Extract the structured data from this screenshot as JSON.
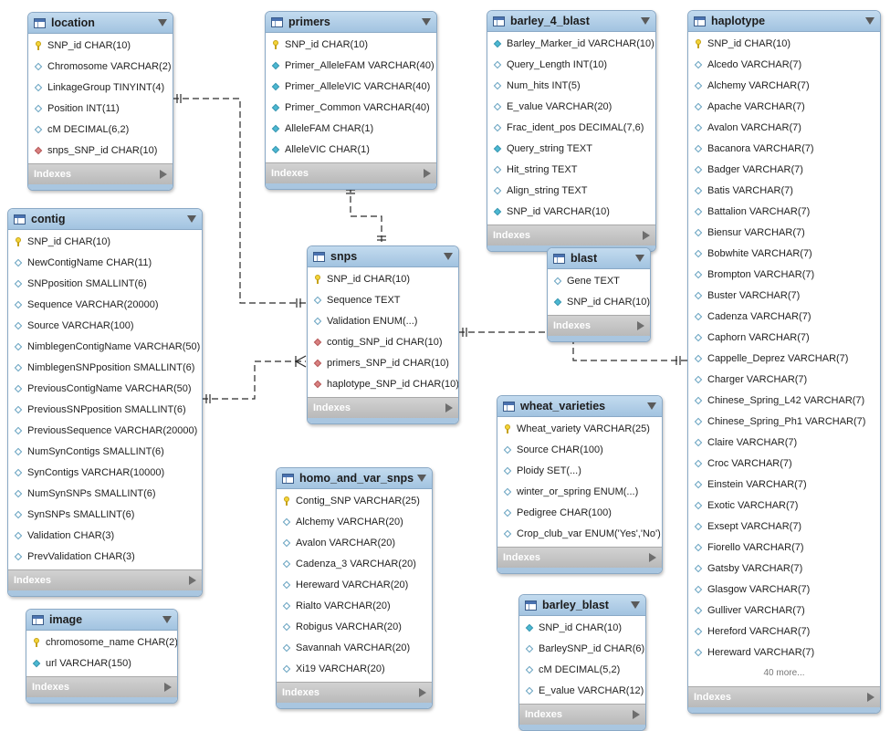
{
  "indexes_label": "Indexes",
  "tables": [
    {
      "id": "location",
      "name": "location",
      "columns": [
        {
          "icon": "primary-key",
          "text": "SNP_id CHAR(10)"
        },
        {
          "icon": "attribute",
          "text": "Chromosome VARCHAR(2)"
        },
        {
          "icon": "attribute",
          "text": "LinkageGroup TINYINT(4)"
        },
        {
          "icon": "attribute",
          "text": "Position INT(11)"
        },
        {
          "icon": "attribute",
          "text": "cM DECIMAL(6,2)"
        },
        {
          "icon": "foreign-key",
          "text": "snps_SNP_id CHAR(10)"
        }
      ]
    },
    {
      "id": "primers",
      "name": "primers",
      "columns": [
        {
          "icon": "primary-key",
          "text": "SNP_id CHAR(10)"
        },
        {
          "icon": "not-null",
          "text": "Primer_AlleleFAM VARCHAR(40)"
        },
        {
          "icon": "not-null",
          "text": "Primer_AlleleVIC VARCHAR(40)"
        },
        {
          "icon": "not-null",
          "text": "Primer_Common VARCHAR(40)"
        },
        {
          "icon": "not-null",
          "text": "AlleleFAM CHAR(1)"
        },
        {
          "icon": "not-null",
          "text": "AlleleVIC CHAR(1)"
        }
      ]
    },
    {
      "id": "barley_4_blast",
      "name": "barley_4_blast",
      "columns": [
        {
          "icon": "not-null",
          "text": "Barley_Marker_id VARCHAR(10)"
        },
        {
          "icon": "attribute",
          "text": "Query_Length INT(10)"
        },
        {
          "icon": "attribute",
          "text": "Num_hits INT(5)"
        },
        {
          "icon": "attribute",
          "text": "E_value VARCHAR(20)"
        },
        {
          "icon": "attribute",
          "text": "Frac_ident_pos DECIMAL(7,6)"
        },
        {
          "icon": "not-null",
          "text": "Query_string TEXT"
        },
        {
          "icon": "attribute",
          "text": "Hit_string TEXT"
        },
        {
          "icon": "attribute",
          "text": "Align_string TEXT"
        },
        {
          "icon": "not-null",
          "text": "SNP_id VARCHAR(10)"
        }
      ]
    },
    {
      "id": "haplotype",
      "name": "haplotype",
      "columns": [
        {
          "icon": "primary-key",
          "text": "SNP_id CHAR(10)"
        },
        {
          "icon": "attribute",
          "text": "Alcedo VARCHAR(7)"
        },
        {
          "icon": "attribute",
          "text": "Alchemy VARCHAR(7)"
        },
        {
          "icon": "attribute",
          "text": "Apache VARCHAR(7)"
        },
        {
          "icon": "attribute",
          "text": "Avalon VARCHAR(7)"
        },
        {
          "icon": "attribute",
          "text": "Bacanora VARCHAR(7)"
        },
        {
          "icon": "attribute",
          "text": "Badger VARCHAR(7)"
        },
        {
          "icon": "attribute",
          "text": "Batis VARCHAR(7)"
        },
        {
          "icon": "attribute",
          "text": "Battalion VARCHAR(7)"
        },
        {
          "icon": "attribute",
          "text": "Biensur VARCHAR(7)"
        },
        {
          "icon": "attribute",
          "text": "Bobwhite VARCHAR(7)"
        },
        {
          "icon": "attribute",
          "text": "Brompton VARCHAR(7)"
        },
        {
          "icon": "attribute",
          "text": "Buster VARCHAR(7)"
        },
        {
          "icon": "attribute",
          "text": "Cadenza VARCHAR(7)"
        },
        {
          "icon": "attribute",
          "text": "Caphorn VARCHAR(7)"
        },
        {
          "icon": "attribute",
          "text": "Cappelle_Deprez VARCHAR(7)"
        },
        {
          "icon": "attribute",
          "text": "Charger VARCHAR(7)"
        },
        {
          "icon": "attribute",
          "text": "Chinese_Spring_L42 VARCHAR(7)"
        },
        {
          "icon": "attribute",
          "text": "Chinese_Spring_Ph1 VARCHAR(7)"
        },
        {
          "icon": "attribute",
          "text": "Claire VARCHAR(7)"
        },
        {
          "icon": "attribute",
          "text": "Croc VARCHAR(7)"
        },
        {
          "icon": "attribute",
          "text": "Einstein VARCHAR(7)"
        },
        {
          "icon": "attribute",
          "text": "Exotic VARCHAR(7)"
        },
        {
          "icon": "attribute",
          "text": "Exsept VARCHAR(7)"
        },
        {
          "icon": "attribute",
          "text": "Fiorello VARCHAR(7)"
        },
        {
          "icon": "attribute",
          "text": "Gatsby VARCHAR(7)"
        },
        {
          "icon": "attribute",
          "text": "Glasgow VARCHAR(7)"
        },
        {
          "icon": "attribute",
          "text": "Gulliver VARCHAR(7)"
        },
        {
          "icon": "attribute",
          "text": "Hereford VARCHAR(7)"
        },
        {
          "icon": "attribute",
          "text": "Hereward VARCHAR(7)"
        },
        {
          "icon": "more",
          "text": "40 more..."
        }
      ]
    },
    {
      "id": "contig",
      "name": "contig",
      "columns": [
        {
          "icon": "primary-key",
          "text": "SNP_id CHAR(10)"
        },
        {
          "icon": "attribute",
          "text": "NewContigName CHAR(11)"
        },
        {
          "icon": "attribute",
          "text": "SNPposition SMALLINT(6)"
        },
        {
          "icon": "attribute",
          "text": "Sequence VARCHAR(20000)"
        },
        {
          "icon": "attribute",
          "text": "Source VARCHAR(100)"
        },
        {
          "icon": "attribute",
          "text": "NimblegenContigName VARCHAR(50)"
        },
        {
          "icon": "attribute",
          "text": "NimblegenSNPposition SMALLINT(6)"
        },
        {
          "icon": "attribute",
          "text": "PreviousContigName VARCHAR(50)"
        },
        {
          "icon": "attribute",
          "text": "PreviousSNPposition SMALLINT(6)"
        },
        {
          "icon": "attribute",
          "text": "PreviousSequence VARCHAR(20000)"
        },
        {
          "icon": "attribute",
          "text": "NumSynContigs SMALLINT(6)"
        },
        {
          "icon": "attribute",
          "text": "SynContigs VARCHAR(10000)"
        },
        {
          "icon": "attribute",
          "text": "NumSynSNPs SMALLINT(6)"
        },
        {
          "icon": "attribute",
          "text": "SynSNPs SMALLINT(6)"
        },
        {
          "icon": "attribute",
          "text": "Validation CHAR(3)"
        },
        {
          "icon": "attribute",
          "text": "PrevValidation CHAR(3)"
        }
      ]
    },
    {
      "id": "snps",
      "name": "snps",
      "columns": [
        {
          "icon": "primary-key",
          "text": "SNP_id CHAR(10)"
        },
        {
          "icon": "attribute",
          "text": "Sequence TEXT"
        },
        {
          "icon": "attribute",
          "text": "Validation ENUM(...)"
        },
        {
          "icon": "foreign-key",
          "text": "contig_SNP_id CHAR(10)"
        },
        {
          "icon": "foreign-key",
          "text": "primers_SNP_id CHAR(10)"
        },
        {
          "icon": "foreign-key",
          "text": "haplotype_SNP_id CHAR(10)"
        }
      ]
    },
    {
      "id": "blast",
      "name": "blast",
      "columns": [
        {
          "icon": "attribute",
          "text": "Gene TEXT"
        },
        {
          "icon": "not-null",
          "text": "SNP_id CHAR(10)"
        }
      ]
    },
    {
      "id": "wheat_varieties",
      "name": "wheat_varieties",
      "columns": [
        {
          "icon": "primary-key",
          "text": "Wheat_variety VARCHAR(25)"
        },
        {
          "icon": "attribute",
          "text": "Source CHAR(100)"
        },
        {
          "icon": "attribute",
          "text": "Ploidy SET(...)"
        },
        {
          "icon": "attribute",
          "text": "winter_or_spring ENUM(...)"
        },
        {
          "icon": "attribute",
          "text": "Pedigree CHAR(100)"
        },
        {
          "icon": "attribute",
          "text": "Crop_club_var ENUM('Yes','No')"
        }
      ]
    },
    {
      "id": "homo_and_var_snps",
      "name": "homo_and_var_snps",
      "columns": [
        {
          "icon": "primary-key",
          "text": "Contig_SNP VARCHAR(25)"
        },
        {
          "icon": "attribute",
          "text": "Alchemy VARCHAR(20)"
        },
        {
          "icon": "attribute",
          "text": "Avalon VARCHAR(20)"
        },
        {
          "icon": "attribute",
          "text": "Cadenza_3 VARCHAR(20)"
        },
        {
          "icon": "attribute",
          "text": "Hereward VARCHAR(20)"
        },
        {
          "icon": "attribute",
          "text": "Rialto VARCHAR(20)"
        },
        {
          "icon": "attribute",
          "text": "Robigus VARCHAR(20)"
        },
        {
          "icon": "attribute",
          "text": "Savannah VARCHAR(20)"
        },
        {
          "icon": "attribute",
          "text": "Xi19 VARCHAR(20)"
        }
      ]
    },
    {
      "id": "image",
      "name": "image",
      "columns": [
        {
          "icon": "primary-key",
          "text": "chromosome_name CHAR(2)"
        },
        {
          "icon": "not-null",
          "text": "url VARCHAR(150)"
        }
      ]
    },
    {
      "id": "barley_blast",
      "name": "barley_blast",
      "columns": [
        {
          "icon": "not-null",
          "text": "SNP_id CHAR(10)"
        },
        {
          "icon": "attribute",
          "text": "BarleySNP_id CHAR(6)"
        },
        {
          "icon": "attribute",
          "text": "cM DECIMAL(5,2)"
        },
        {
          "icon": "attribute",
          "text": "E_value VARCHAR(12)"
        }
      ]
    }
  ],
  "relationships": [
    {
      "from": "location",
      "to": "snps",
      "type": "one-to-one"
    },
    {
      "from": "primers",
      "to": "snps",
      "type": "one-to-one"
    },
    {
      "from": "contig",
      "to": "snps",
      "type": "one-to-many"
    },
    {
      "from": "haplotype",
      "to": "snps",
      "type": "one-to-one"
    }
  ]
}
